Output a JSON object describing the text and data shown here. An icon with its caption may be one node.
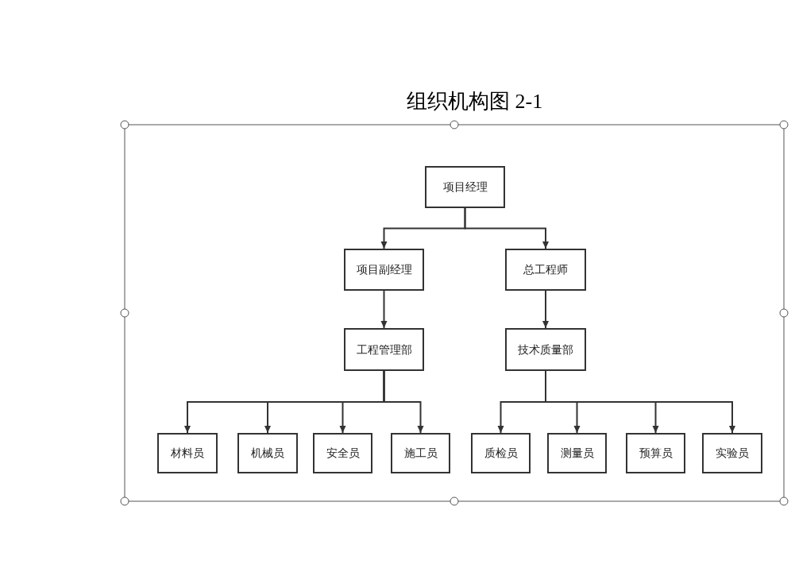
{
  "diagram": {
    "title": "组织机构图 2-1",
    "nodes": [
      {
        "text": [
          "项目经理"
        ]
      },
      {
        "text": [
          "项目副经理"
        ]
      },
      {
        "text": [
          "总工程师"
        ]
      },
      {
        "text": [
          "工程管理部"
        ]
      },
      {
        "text": [
          "技术质量部"
        ]
      },
      {
        "text": [
          "材料员"
        ]
      },
      {
        "text": [
          "机械员"
        ]
      },
      {
        "text": [
          "安全员"
        ]
      },
      {
        "text": [
          "施工员"
        ]
      },
      {
        "text": [
          "质检员"
        ]
      },
      {
        "text": [
          "测量员"
        ]
      },
      {
        "text": [
          "预算员"
        ]
      },
      {
        "text": [
          "实验员"
        ]
      }
    ],
    "edges": [
      {
        "from": 0,
        "to": 1,
        "arrow": "to"
      },
      {
        "from": 0,
        "to": 2,
        "arrow": "to"
      },
      {
        "from": 1,
        "to": 3,
        "arrow": "to"
      },
      {
        "from": 2,
        "to": 4,
        "arrow": "to"
      },
      {
        "from": 3,
        "to": 5,
        "arrow": "to"
      },
      {
        "from": 3,
        "to": 6,
        "arrow": "to"
      },
      {
        "from": 3,
        "to": 7,
        "arrow": "to"
      },
      {
        "from": 3,
        "to": 8,
        "arrow": "to"
      },
      {
        "from": 4,
        "to": 9,
        "arrow": "to"
      },
      {
        "from": 4,
        "to": 10,
        "arrow": "to"
      },
      {
        "from": 4,
        "to": 11,
        "arrow": "to"
      },
      {
        "from": 4,
        "to": 12,
        "arrow": "to"
      }
    ]
  }
}
